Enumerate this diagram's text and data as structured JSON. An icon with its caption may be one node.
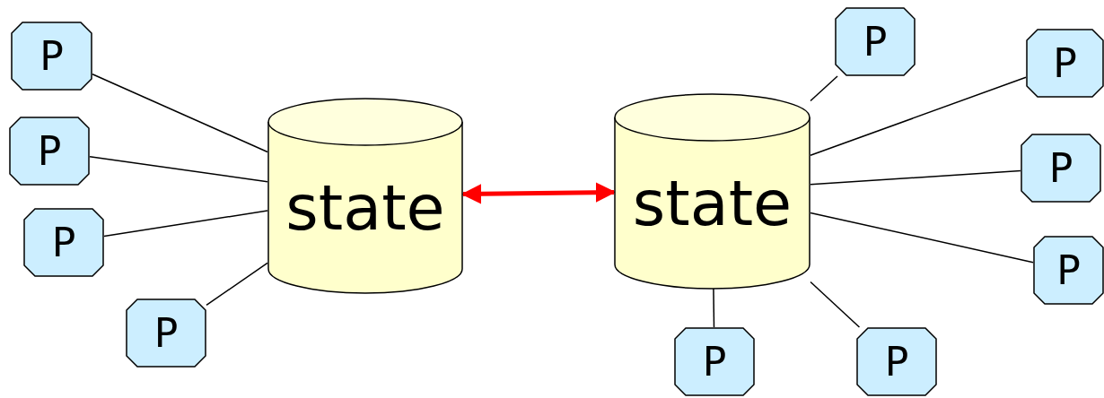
{
  "diagram": {
    "nodes": [
      {
        "text": [
          "state"
        ]
      },
      {
        "text": [
          "state"
        ]
      },
      {
        "text": [
          "P"
        ]
      },
      {
        "text": [
          "P"
        ]
      },
      {
        "text": [
          "P"
        ]
      },
      {
        "text": [
          "P"
        ]
      },
      {
        "text": [
          "P"
        ]
      },
      {
        "text": [
          "P"
        ]
      },
      {
        "text": [
          "P"
        ]
      },
      {
        "text": [
          "P"
        ]
      },
      {
        "text": [
          "P"
        ]
      },
      {
        "text": [
          "P"
        ]
      }
    ],
    "edges": [
      {
        "from": 0,
        "to": 1,
        "arrow": "both",
        "style": "thick",
        "color": "#ff0000"
      },
      {
        "from": 2,
        "to": 0,
        "arrow": "none"
      },
      {
        "from": 3,
        "to": 0,
        "arrow": "none"
      },
      {
        "from": 4,
        "to": 0,
        "arrow": "none"
      },
      {
        "from": 5,
        "to": 0,
        "arrow": "none"
      },
      {
        "from": 6,
        "to": 1,
        "arrow": "none"
      },
      {
        "from": 7,
        "to": 1,
        "arrow": "none"
      },
      {
        "from": 8,
        "to": 1,
        "arrow": "none"
      },
      {
        "from": 9,
        "to": 1,
        "arrow": "none"
      },
      {
        "from": 10,
        "to": 1,
        "arrow": "none"
      },
      {
        "from": 11,
        "to": 1,
        "arrow": "none"
      }
    ]
  }
}
